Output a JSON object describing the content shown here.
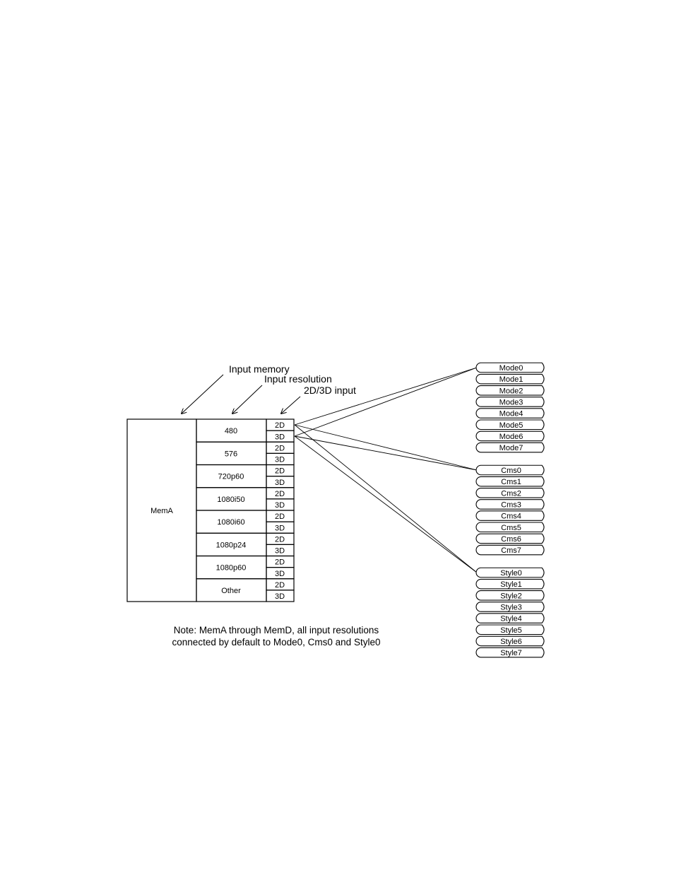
{
  "headers": {
    "input_memory": "Input memory",
    "input_resolution": "Input resolution",
    "input_2d3d": "2D/3D input"
  },
  "memory": "MemA",
  "resolutions": [
    "480",
    "576",
    "720p60",
    "1080i50",
    "1080i60",
    "1080p24",
    "1080p60",
    "Other"
  ],
  "dims": [
    "2D",
    "3D"
  ],
  "modes": [
    "Mode0",
    "Mode1",
    "Mode2",
    "Mode3",
    "Mode4",
    "Mode5",
    "Mode6",
    "Mode7"
  ],
  "cms": [
    "Cms0",
    "Cms1",
    "Cms2",
    "Cms3",
    "Cms4",
    "Cms5",
    "Cms6",
    "Cms7"
  ],
  "styles": [
    "Style0",
    "Style1",
    "Style2",
    "Style3",
    "Style4",
    "Style5",
    "Style6",
    "Style7"
  ],
  "note": {
    "line1": "Note: MemA through MemD, all input resolutions",
    "line2": "connected by default to Mode0, Cms0 and Style0"
  }
}
